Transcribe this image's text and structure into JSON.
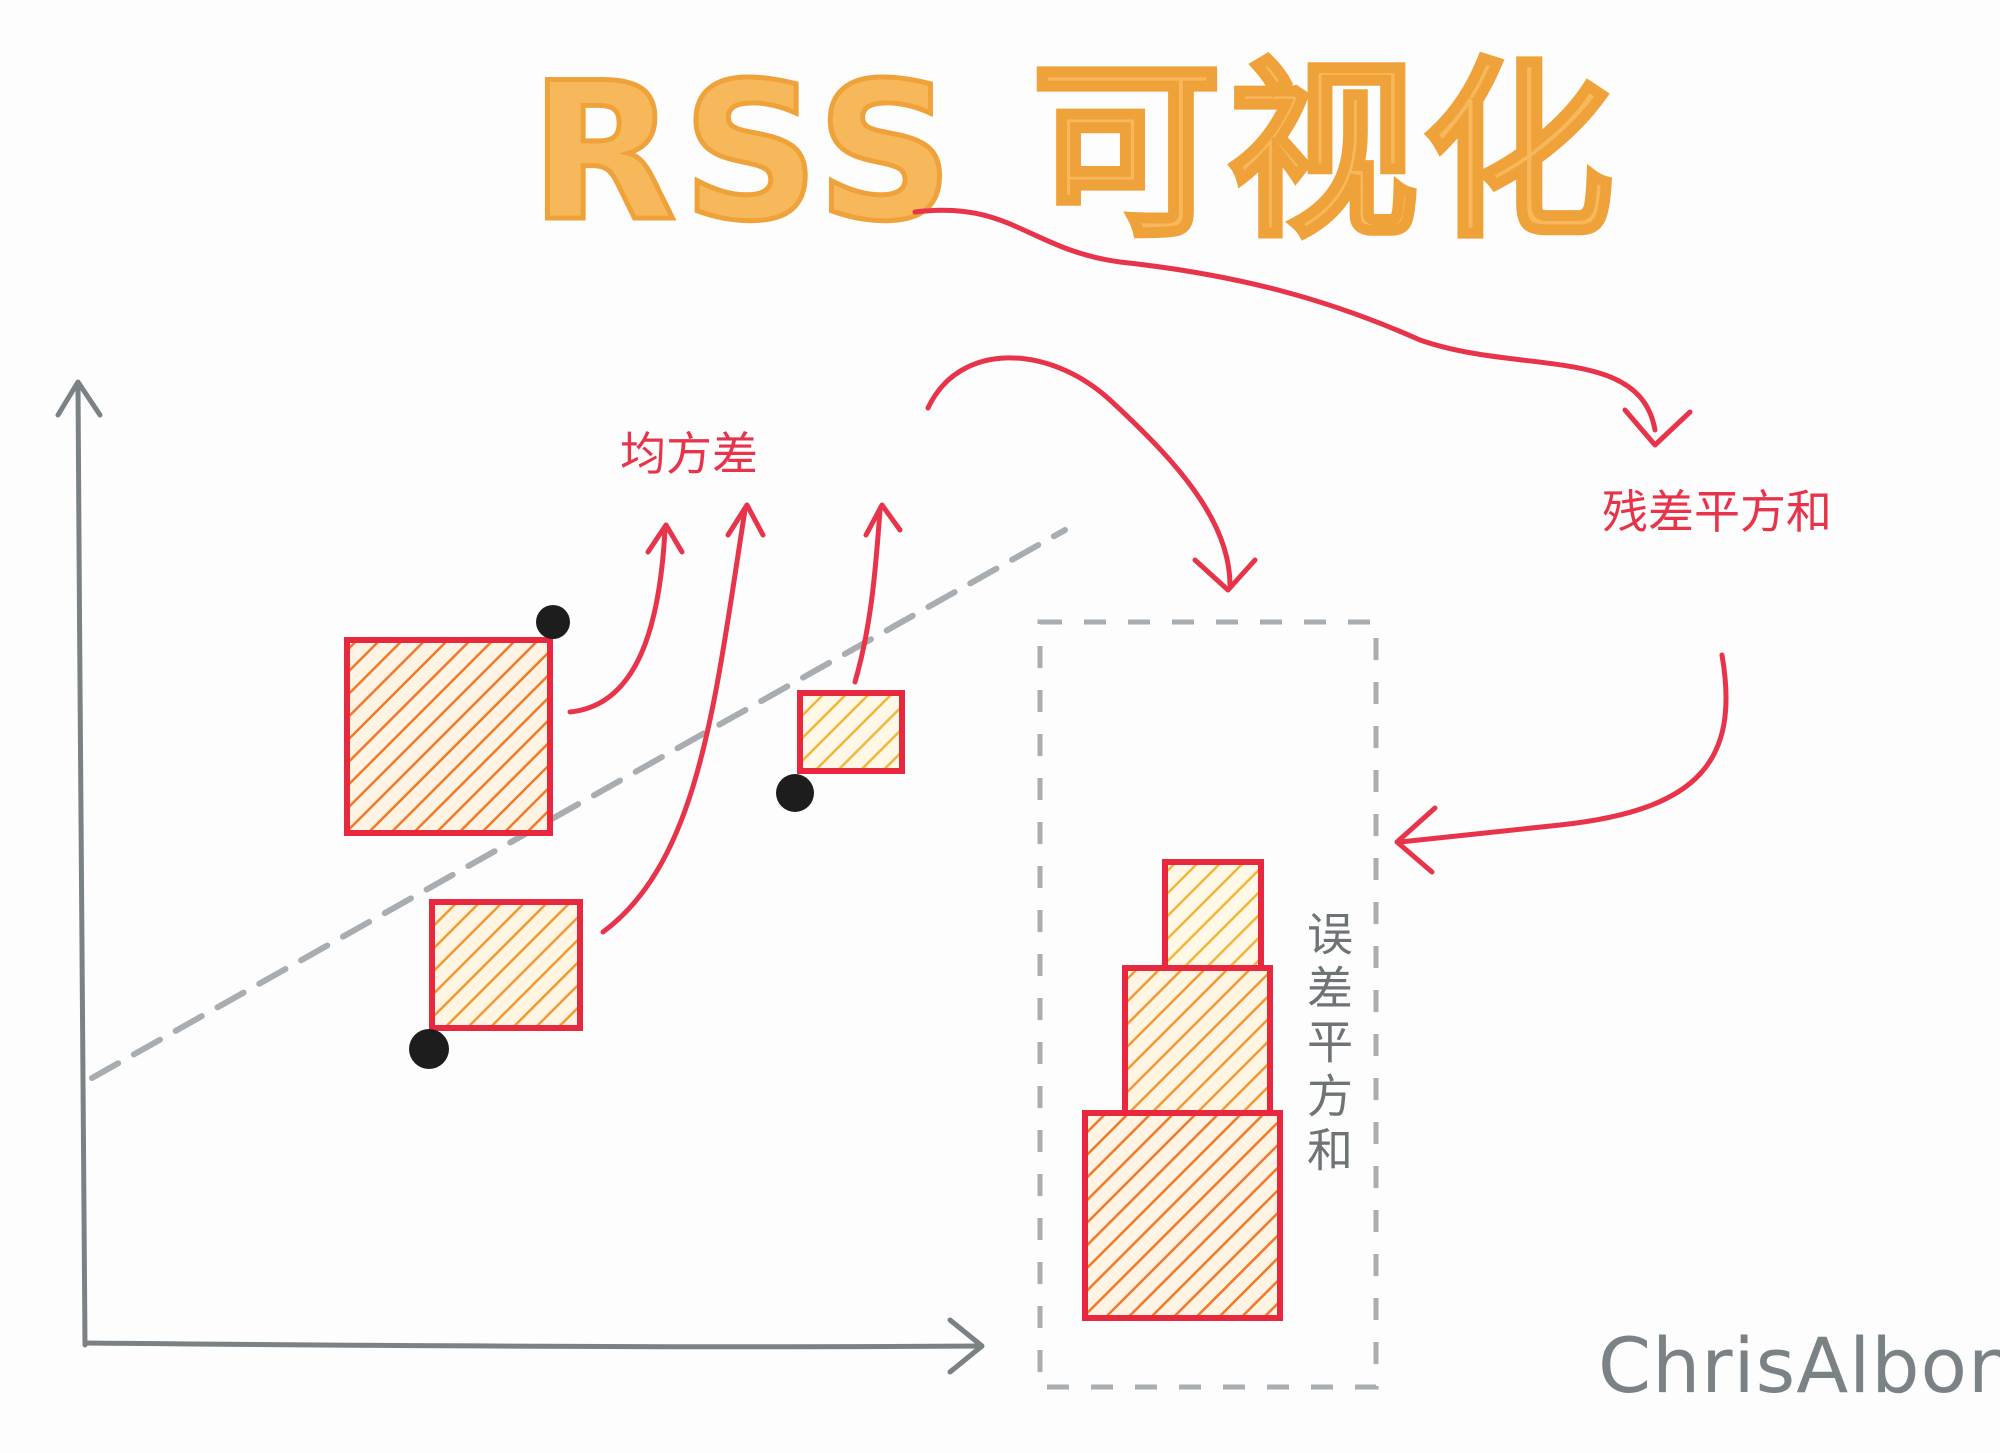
{
  "title": "RSS 可视化",
  "labels": {
    "mse": "均方差",
    "rss": "残差平方和",
    "sse": "误差平方和",
    "signature": "ChrisAlbon"
  },
  "colors": {
    "title_fill": "#f6b85a",
    "title_stroke": "#f0a23a",
    "arrow_red": "#e8344a",
    "axis_gray": "#7a8285",
    "dash_gray": "#a7adb0",
    "square_border": "#e8283e",
    "square_hatch_large": "#f07a2a",
    "square_hatch_small": "#f2c03a",
    "square_fill": "#fff2dc",
    "point_black": "#1d1d1d"
  }
}
